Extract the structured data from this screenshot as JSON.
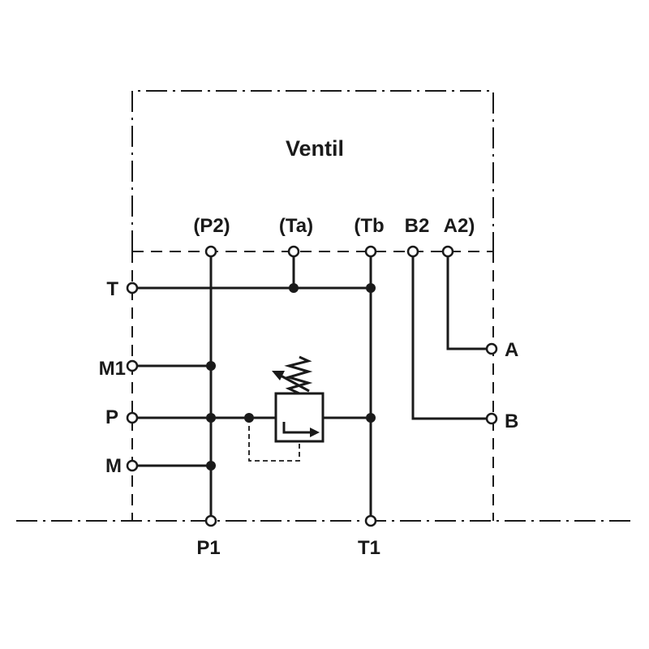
{
  "diagram": {
    "title": "Ventil",
    "ports_top": {
      "p2": "(P2)",
      "ta": "(Ta)",
      "tb": "(Tb",
      "b2": "B2",
      "a2": "A2)"
    },
    "ports_left": {
      "t": "T",
      "m1": "M1",
      "p": "P",
      "m": "M"
    },
    "ports_right": {
      "a": "A",
      "b": "B"
    },
    "ports_bottom": {
      "p1": "P1",
      "t1": "T1"
    }
  }
}
